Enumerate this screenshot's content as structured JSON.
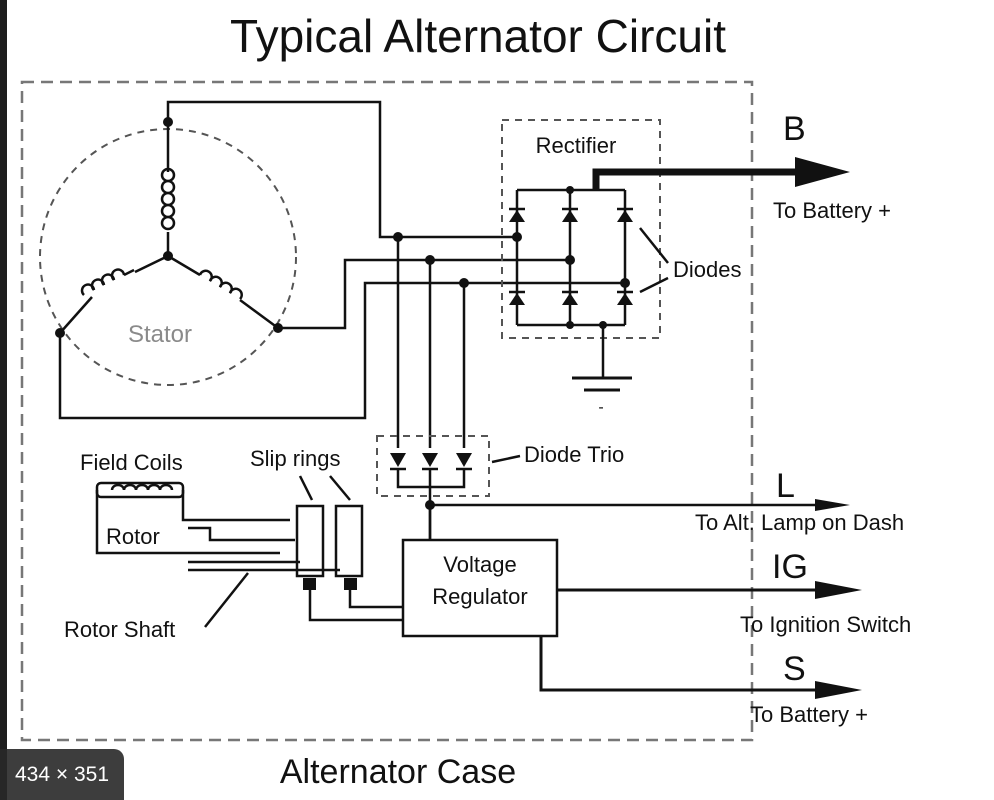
{
  "diagram": {
    "title": "Typical Alternator Circuit",
    "case_label": "Alternator Case",
    "stator_label": "Stator",
    "rectifier_label": "Rectifier",
    "diodes_label": "Diodes",
    "diode_trio_label": "Diode Trio",
    "field_coils_label": "Field Coils",
    "slip_rings_label": "Slip rings",
    "rotor_label": "Rotor",
    "rotor_shaft_label": "Rotor Shaft",
    "voltage_regulator_line1": "Voltage",
    "voltage_regulator_line2": "Regulator",
    "terminals": [
      {
        "name": "B",
        "desc": "To Battery +"
      },
      {
        "name": "L",
        "desc": "To Alt. Lamp on Dash"
      },
      {
        "name": "IG",
        "desc": "To Ignition Switch"
      },
      {
        "name": "S",
        "desc": "To Battery +"
      }
    ],
    "ground_mark": "-"
  },
  "image_size_badge": "434 × 351",
  "colors": {
    "line": "#111111",
    "case_outline": "#777777",
    "stator_text": "#8a8a8a"
  }
}
